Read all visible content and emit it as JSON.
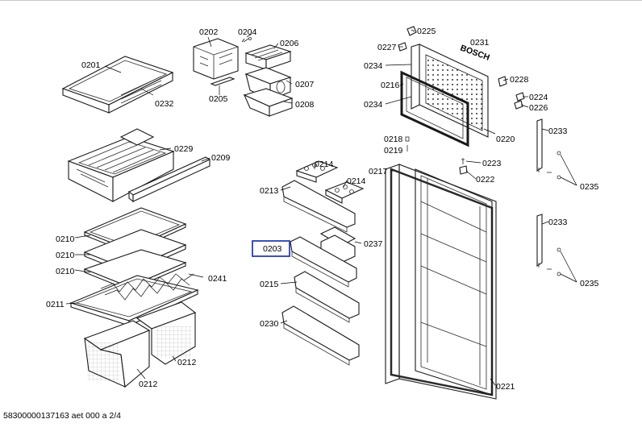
{
  "labels": {
    "l0201": "0201",
    "l0232": "0232",
    "l0202": "0202",
    "l0204": "0204",
    "l0206": "0206",
    "l0205": "0205",
    "l0207": "0207",
    "l0208": "0208",
    "l0229": "0229",
    "l0209": "0209",
    "l0210a": "0210",
    "l0210b": "0210",
    "l0210c": "0210",
    "l0211": "0211",
    "l0241": "0241",
    "l0212a": "0212",
    "l0212b": "0212",
    "l0214a": "0214",
    "l0214b": "0214",
    "l0213": "0213",
    "l0203": "0203",
    "l0237": "0237",
    "l0215": "0215",
    "l0230": "0230",
    "l0225": "0225",
    "l0227": "0227",
    "l0231": "0231",
    "l0234a": "0234",
    "l0216": "0216",
    "l0228": "0228",
    "l0234b": "0234",
    "l0224": "0224",
    "l0226": "0226",
    "l0220": "0220",
    "l0218": "0218",
    "l0219": "0219",
    "l0223": "0223",
    "l0217": "0217",
    "l0222": "0222",
    "l0233a": "0233",
    "l0235a": "0235",
    "l0233b": "0233",
    "l0235b": "0235",
    "l0221": "0221"
  },
  "brand": "BOSCH",
  "footer": "58300000137163 aet 000 a 2/4",
  "highlight": {
    "label": "0203",
    "color": "#2a3fb0"
  }
}
